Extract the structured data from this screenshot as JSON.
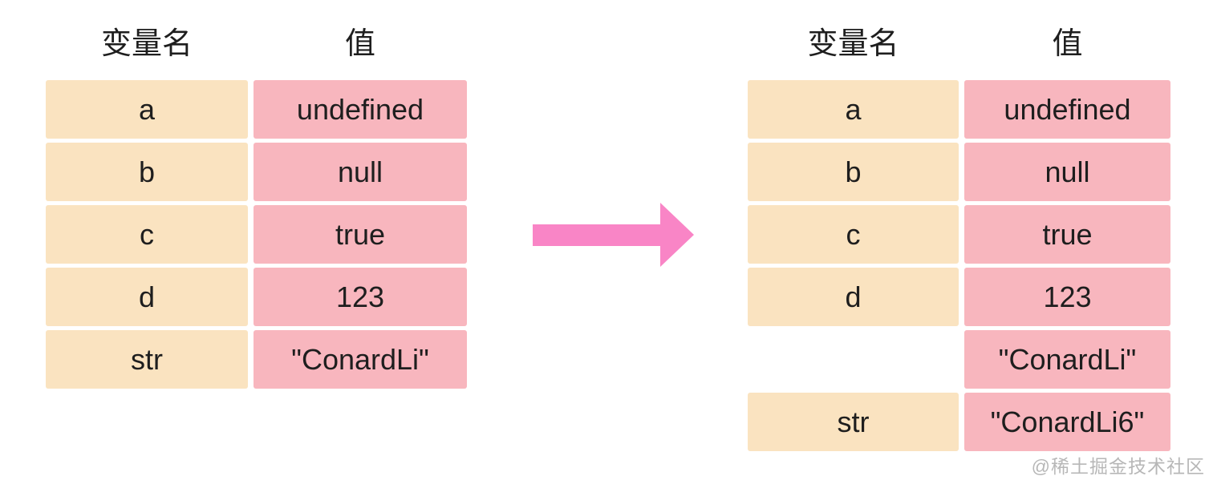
{
  "left_table": {
    "headers": {
      "name": "变量名",
      "value": "值"
    },
    "rows": [
      {
        "name": "a",
        "value": "undefined"
      },
      {
        "name": "b",
        "value": "null"
      },
      {
        "name": "c",
        "value": "true"
      },
      {
        "name": "d",
        "value": "123"
      },
      {
        "name": "str",
        "value": "\"ConardLi\""
      }
    ]
  },
  "right_table": {
    "headers": {
      "name": "变量名",
      "value": "值"
    },
    "rows": [
      {
        "name": "a",
        "value": "undefined"
      },
      {
        "name": "b",
        "value": "null"
      },
      {
        "name": "c",
        "value": "true"
      },
      {
        "name": "d",
        "value": "123"
      },
      {
        "name": "",
        "value": "\"ConardLi\""
      },
      {
        "name": "str",
        "value": "\"ConardLi6\""
      }
    ]
  },
  "arrow": {
    "direction": "right"
  },
  "watermark": "@稀土掘金技术社区",
  "colors": {
    "name_cell": "#fae3c0",
    "value_cell": "#f8b6be",
    "arrow": "#f985c6",
    "text": "#1e1e1e",
    "watermark": "#ababab",
    "background": "#ffffff"
  }
}
